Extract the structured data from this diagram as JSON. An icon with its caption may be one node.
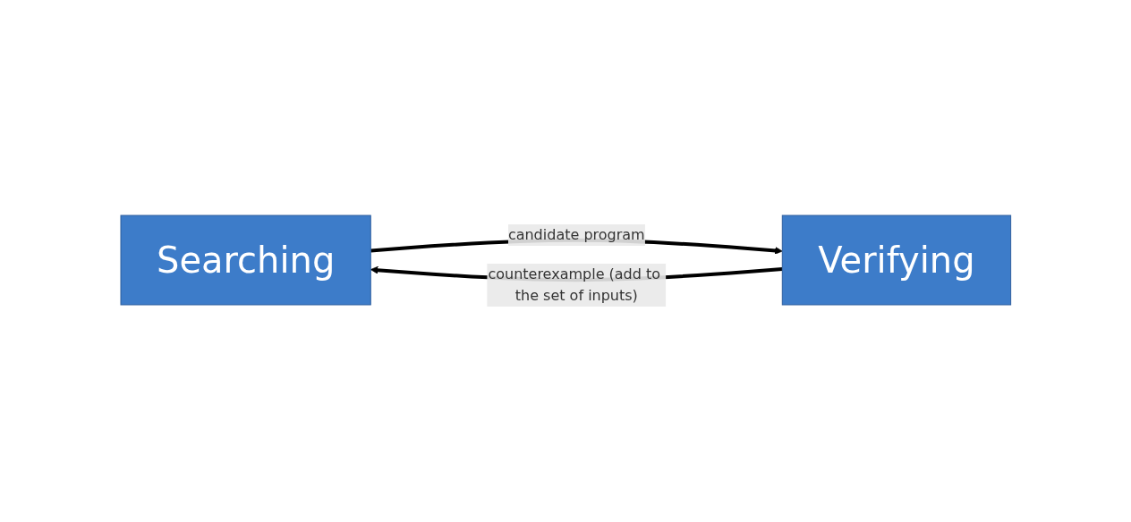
{
  "diagram": {
    "nodes": [
      {
        "text": [
          "Searching"
        ]
      },
      {
        "text": [
          "Verifying"
        ]
      }
    ],
    "edges": [
      {
        "from": 0,
        "to": 1,
        "arrow": "to",
        "label": "candidate program"
      },
      {
        "from": 1,
        "to": 0,
        "arrow": "to",
        "label": "counterexample (add to the set of inputs)"
      }
    ]
  }
}
